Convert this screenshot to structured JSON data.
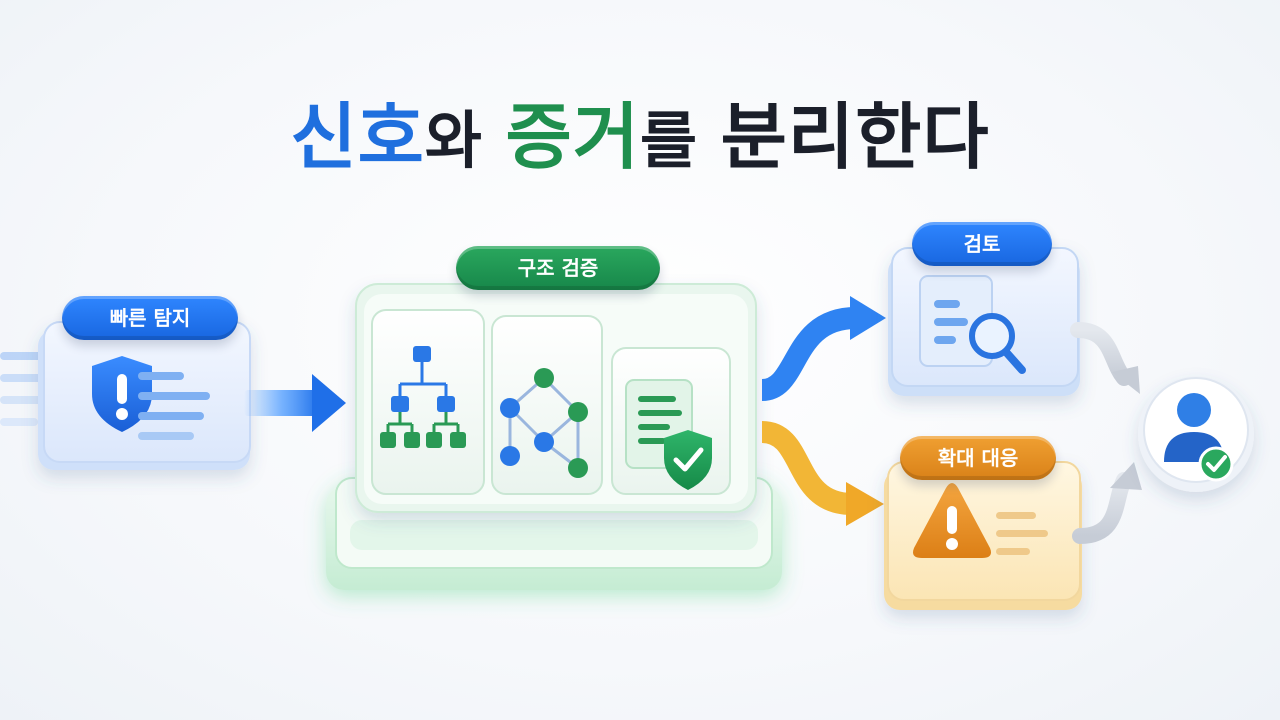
{
  "title": {
    "signal": "신호",
    "and": "와 ",
    "evidence": "증거",
    "object_particle": "를 ",
    "rest": "분리한다"
  },
  "labels": {
    "fast_detect": "빠른 탐지",
    "structure_verify": "구조 검증",
    "review": "검토",
    "escalate": "확대 대응"
  },
  "icons": [
    "shield-alert-icon",
    "hierarchy-tree-icon",
    "network-graph-icon",
    "document-shield-check-icon",
    "document-search-icon",
    "warning-triangle-icon",
    "user-check-icon"
  ],
  "colors": {
    "signal_blue": "#1f6fde",
    "evidence_green": "#1f8f4e",
    "escalate_orange": "#e8901f",
    "text_dark": "#1b1f2a"
  }
}
